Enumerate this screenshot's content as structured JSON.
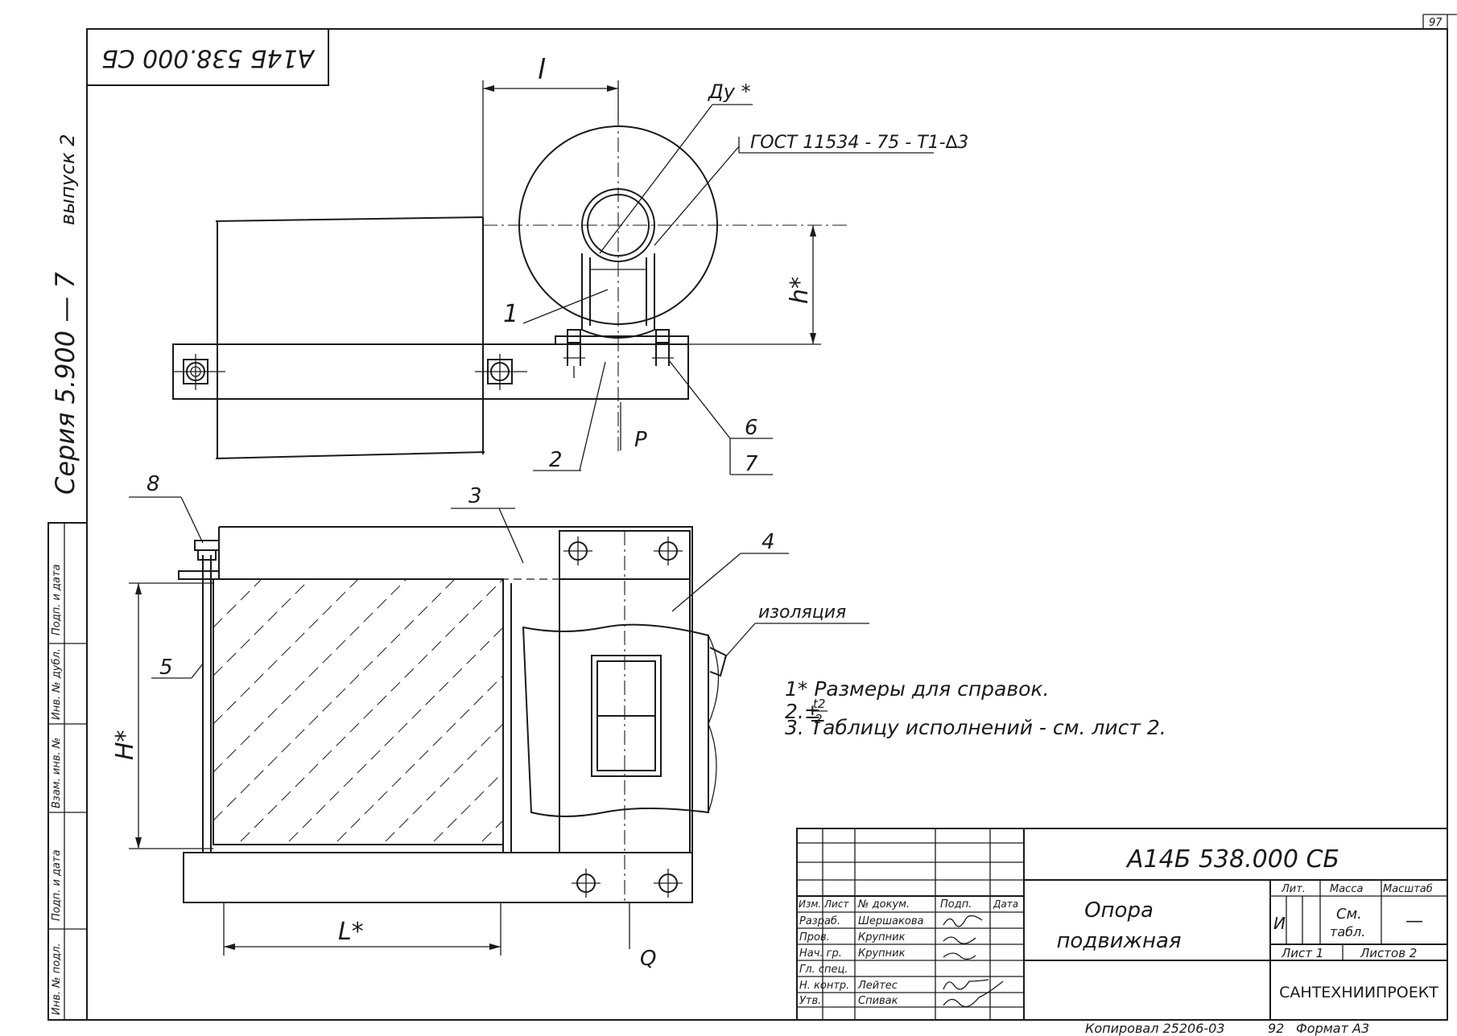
{
  "sheet": {
    "page_number": "97",
    "designation_top": "A14Б 538.000 СБ",
    "series_text": "Серия   5.900  — 7",
    "issue_text": "выпуск 2",
    "side_stamps": [
      "Инв. № подл.",
      "Подп. и дата",
      "Взам. инв. №",
      "Инв. № дубл.",
      "Подп. и дата"
    ]
  },
  "drawing": {
    "dim_l": "l",
    "dim_du": "Ду *",
    "gost": "ГОСТ 11534 - 75 - Т1-∆3",
    "dim_h": "h*",
    "dim_H": "H*",
    "dim_L": "L*",
    "load_P": "P",
    "load_Q": "Q",
    "insulation": "изоляция",
    "callouts": [
      "1",
      "2",
      "3",
      "4",
      "5",
      "6",
      "7",
      "8"
    ]
  },
  "notes": {
    "line1": "1* Размеры для справок.",
    "line2_prefix": "2.±",
    "line2_num": "t2",
    "line2_den": "2",
    "line3": "3. Таблицу исполнений - см. лист 2."
  },
  "title_block": {
    "designation": "A14Б 538.000 СБ",
    "name_line1": "Опора",
    "name_line2": "подвижная",
    "col_headers": [
      "Изм.",
      "Лист",
      "№ докум.",
      "Подп.",
      "Дата"
    ],
    "roles": [
      {
        "role": "Разраб.",
        "name": "Шершакова"
      },
      {
        "role": "Пров.",
        "name": "Крупник"
      },
      {
        "role": "Нач. гр.",
        "name": "Крупник"
      },
      {
        "role": "Гл. спец.",
        "name": ""
      },
      {
        "role": "Н. контр.",
        "name": "Лейтес"
      },
      {
        "role": "Утв.",
        "name": "Спивак"
      }
    ],
    "lit_header": "Лит.",
    "mass_header": "Масса",
    "scale_header": "Масштаб",
    "lit_value": "И",
    "mass_value_1": "См.",
    "mass_value_2": "табл.",
    "scale_value": "—",
    "sheet_label": "Лист 1",
    "sheets_label": "Листов 2",
    "organization": "САНТЕХНИИПРОЕКТ"
  },
  "footer": {
    "copied": "Копировал 25206-03",
    "code": "92",
    "format": "Формат А3"
  }
}
